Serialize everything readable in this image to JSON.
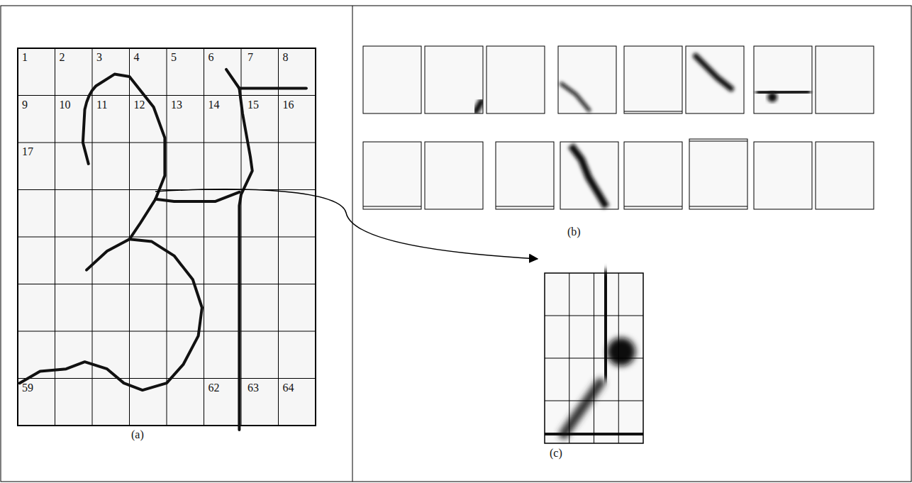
{
  "diagram": {
    "labels": [
      "1",
      "2",
      "3",
      "4",
      "5",
      "6",
      "7",
      "8",
      "9",
      "10",
      "11",
      "12",
      "13",
      "14",
      "15",
      "16",
      "17",
      "59",
      "62",
      "63",
      "64",
      "(a)",
      "(b)",
      "(c)"
    ]
  }
}
